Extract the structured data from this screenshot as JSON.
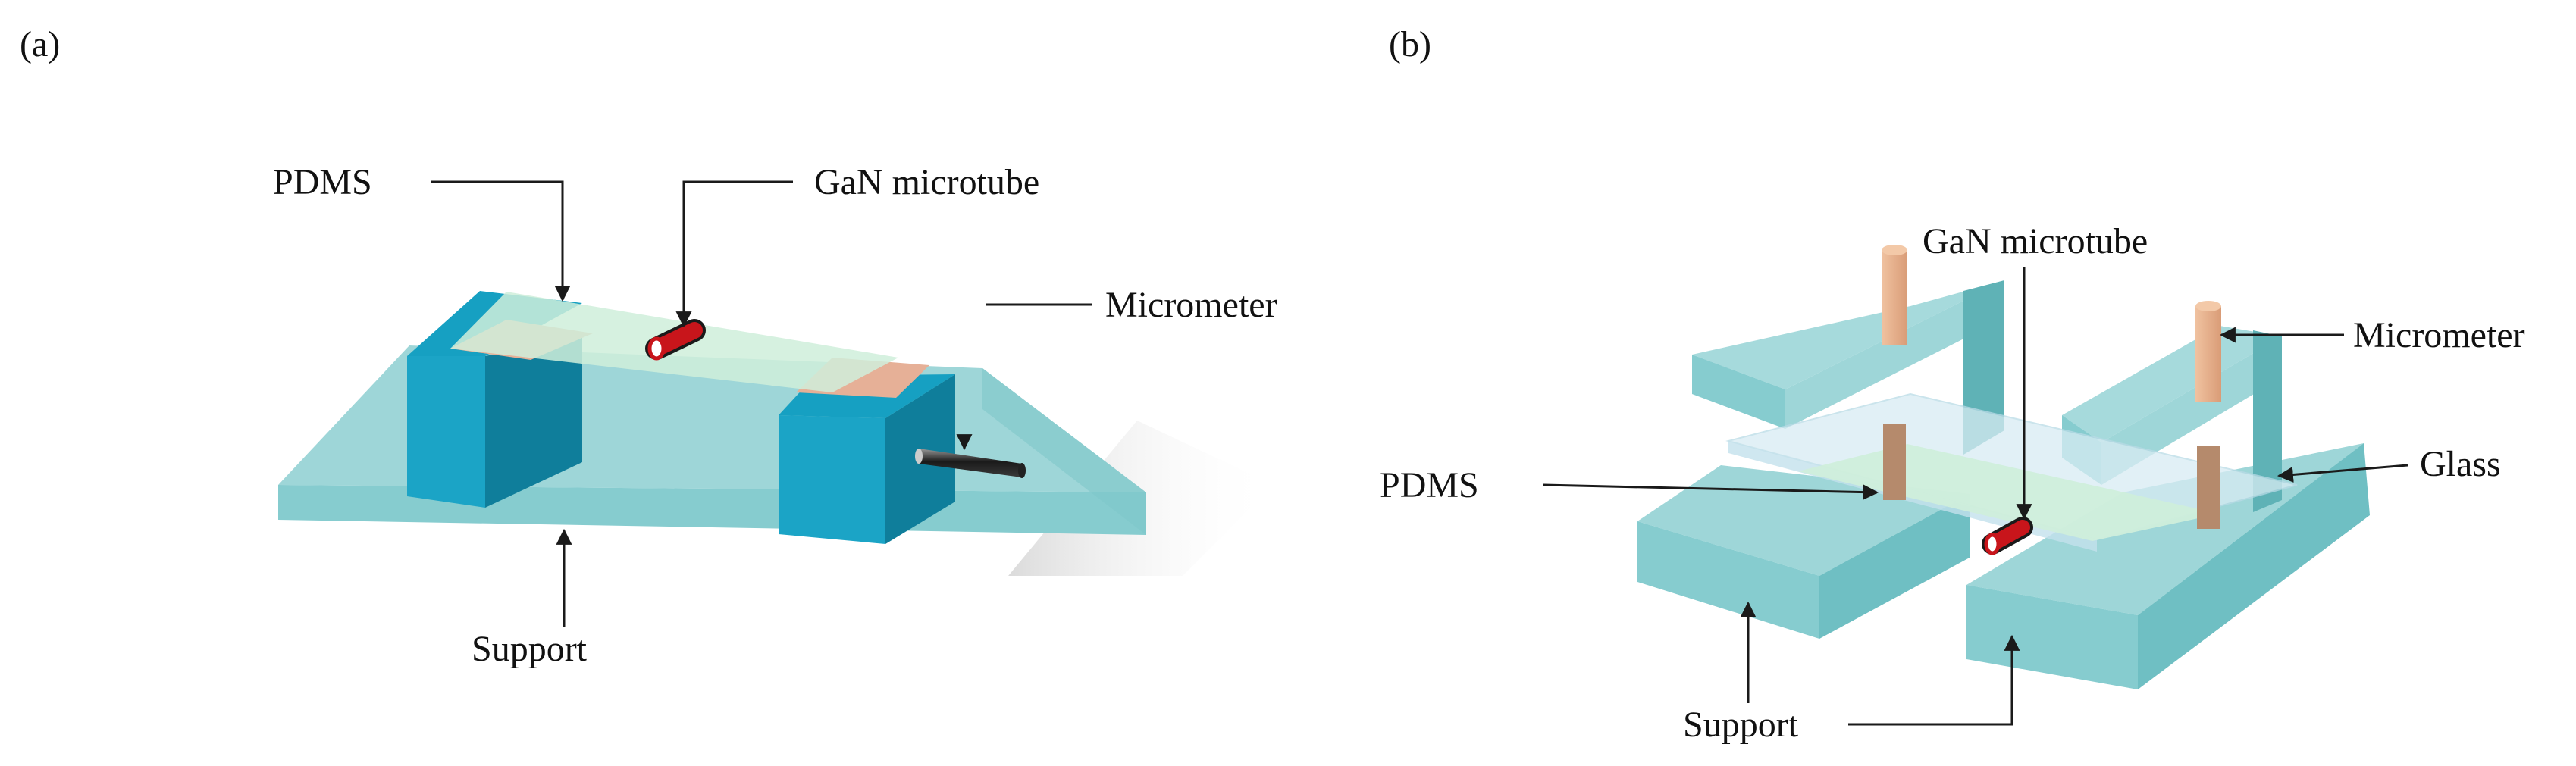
{
  "panel_a": {
    "label": "(a)",
    "pdms": "PDMS",
    "gan": "GaN microtube",
    "micrometer": "Micrometer",
    "support": "Support"
  },
  "panel_b": {
    "label": "(b)",
    "gan": "GaN microtube",
    "micrometer": "Micrometer",
    "pdms": "PDMS",
    "glass": "Glass",
    "support": "Support"
  },
  "colors": {
    "support_top": "#9ed6d8",
    "support_front": "#86cccf",
    "support_side": "#5fb2b6",
    "block_front": "#1ba4c6",
    "block_side": "#0f7e9b",
    "block_top": "#16a0c2",
    "clamp_copper": "#e6b097",
    "pdms_green": "#cfeedb",
    "glass": "#d8ecf3",
    "gan_red": "#c8151b",
    "post": "#eab28c",
    "post_dark": "#b58a6c"
  }
}
